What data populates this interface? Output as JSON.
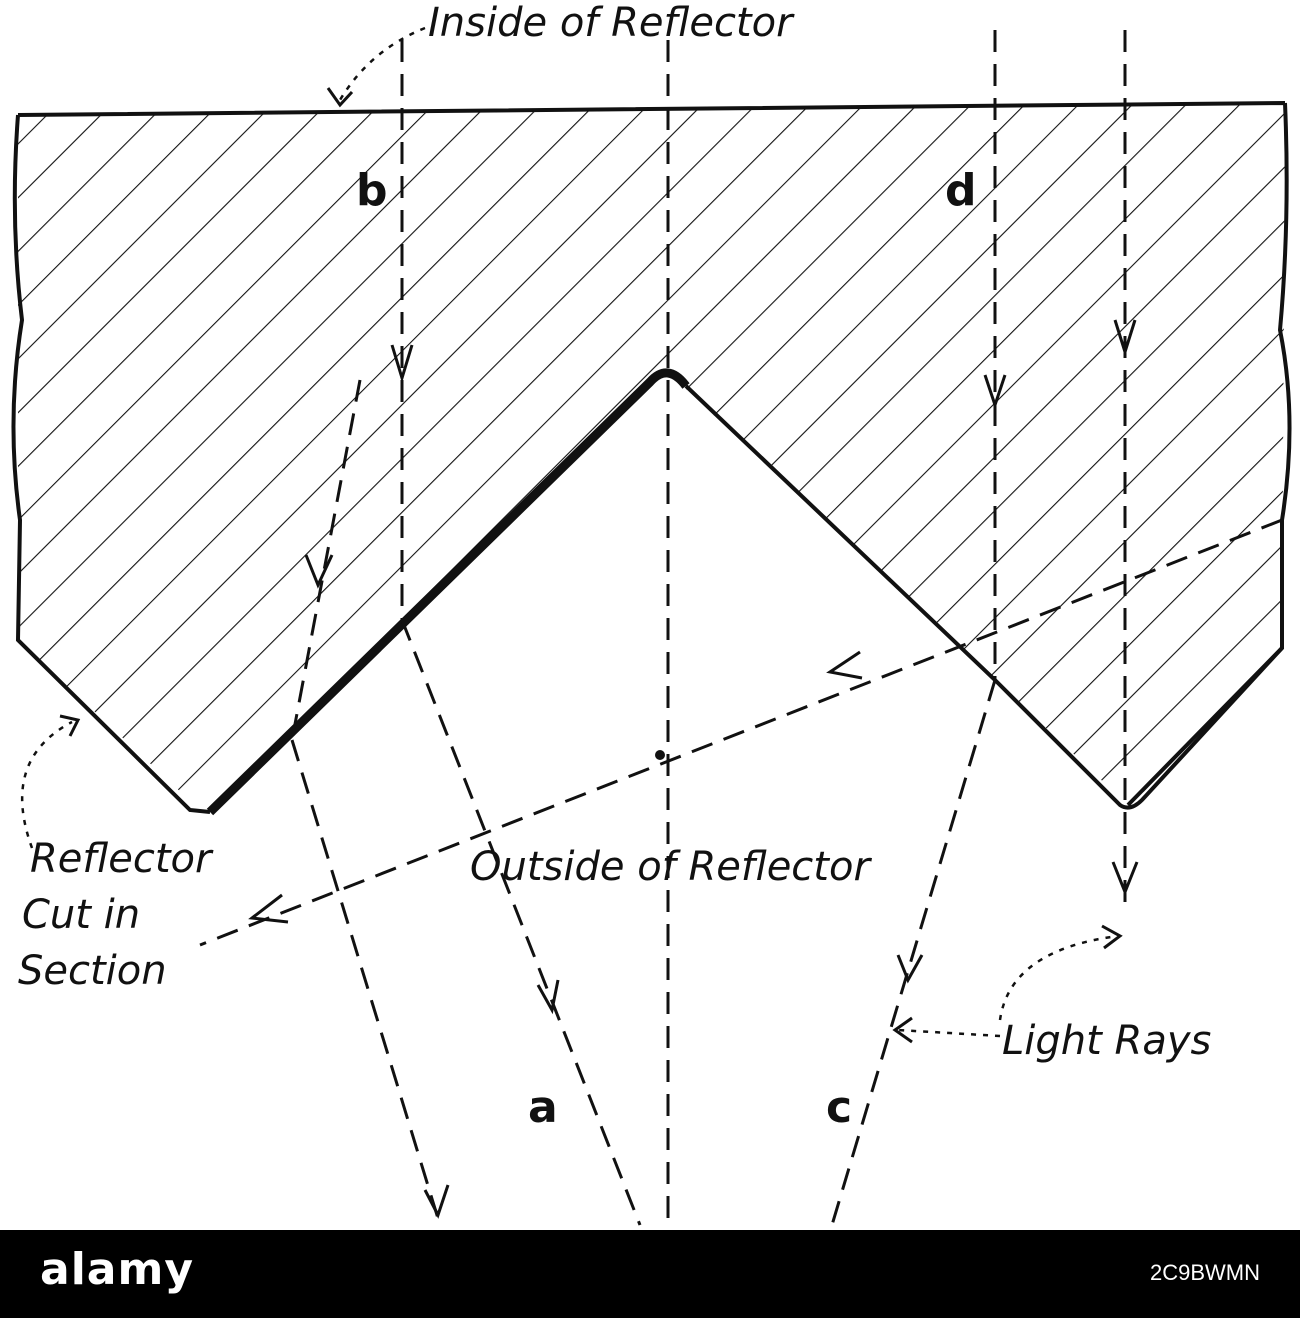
{
  "labels": {
    "inside": "Inside of Reflector",
    "outside": "Outside of Reflector",
    "section_1": "Reflector",
    "section_2": "Cut in",
    "section_3": "Section",
    "light_rays": "Light Rays"
  },
  "ray_letters": {
    "a": "a",
    "b": "b",
    "c": "c",
    "d": "d"
  },
  "footer": {
    "brand": "alamy",
    "image_id": "2C9BWMN"
  },
  "colors": {
    "ink": "#111111",
    "background": "#ffffff",
    "footer_bg": "#000000",
    "footer_text": "#ffffff"
  }
}
